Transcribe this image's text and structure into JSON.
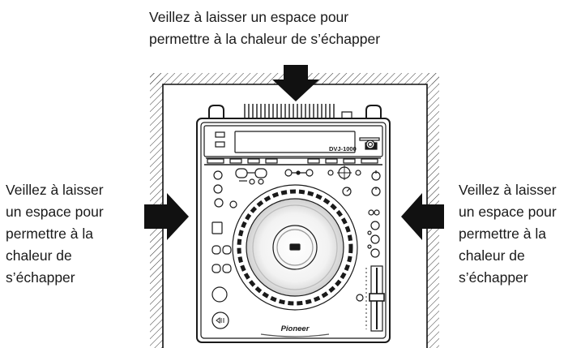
{
  "captions": {
    "top": [
      "Veillez à laisser un espace pour",
      "permettre à la chaleur de s’échapper"
    ],
    "left": [
      "Veillez à laisser",
      "un espace pour",
      "permettre à la",
      "chaleur de",
      "s’échapper"
    ],
    "right": [
      "Veillez à laisser",
      "un espace pour",
      "permettre à la",
      "chaleur de",
      "s’échapper"
    ]
  },
  "device": {
    "model": "DVJ-1000",
    "brand": "Pioneer"
  }
}
